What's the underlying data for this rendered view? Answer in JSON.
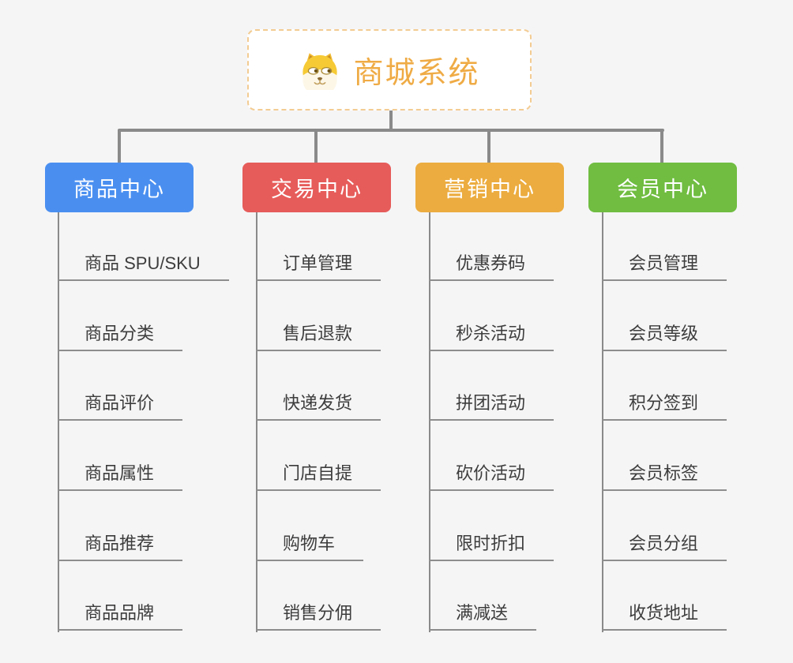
{
  "root": {
    "title": "商城系统",
    "icon": "dog-face-icon"
  },
  "branches": [
    {
      "label": "商品中心",
      "color": "#4a8ff0",
      "children": [
        "商品 SPU/SKU",
        "商品分类",
        "商品评价",
        "商品属性",
        "商品推荐",
        "商品品牌"
      ]
    },
    {
      "label": "交易中心",
      "color": "#e65c5a",
      "children": [
        "订单管理",
        "售后退款",
        "快递发货",
        "门店自提",
        "购物车",
        "销售分佣"
      ]
    },
    {
      "label": "营销中心",
      "color": "#ecac3f",
      "children": [
        "优惠券码",
        "秒杀活动",
        "拼团活动",
        "砍价活动",
        "限时折扣",
        "满减送"
      ]
    },
    {
      "label": "会员中心",
      "color": "#70bd41",
      "children": [
        "会员管理",
        "会员等级",
        "积分签到",
        "会员标签",
        "会员分组",
        "收货地址"
      ]
    }
  ],
  "colors": {
    "background": "#f5f5f6",
    "root_accent": "#efab45",
    "root_border": "#f3cc92",
    "connector_gray": "#8a8a8a",
    "child_text": "#3d3d3d"
  }
}
